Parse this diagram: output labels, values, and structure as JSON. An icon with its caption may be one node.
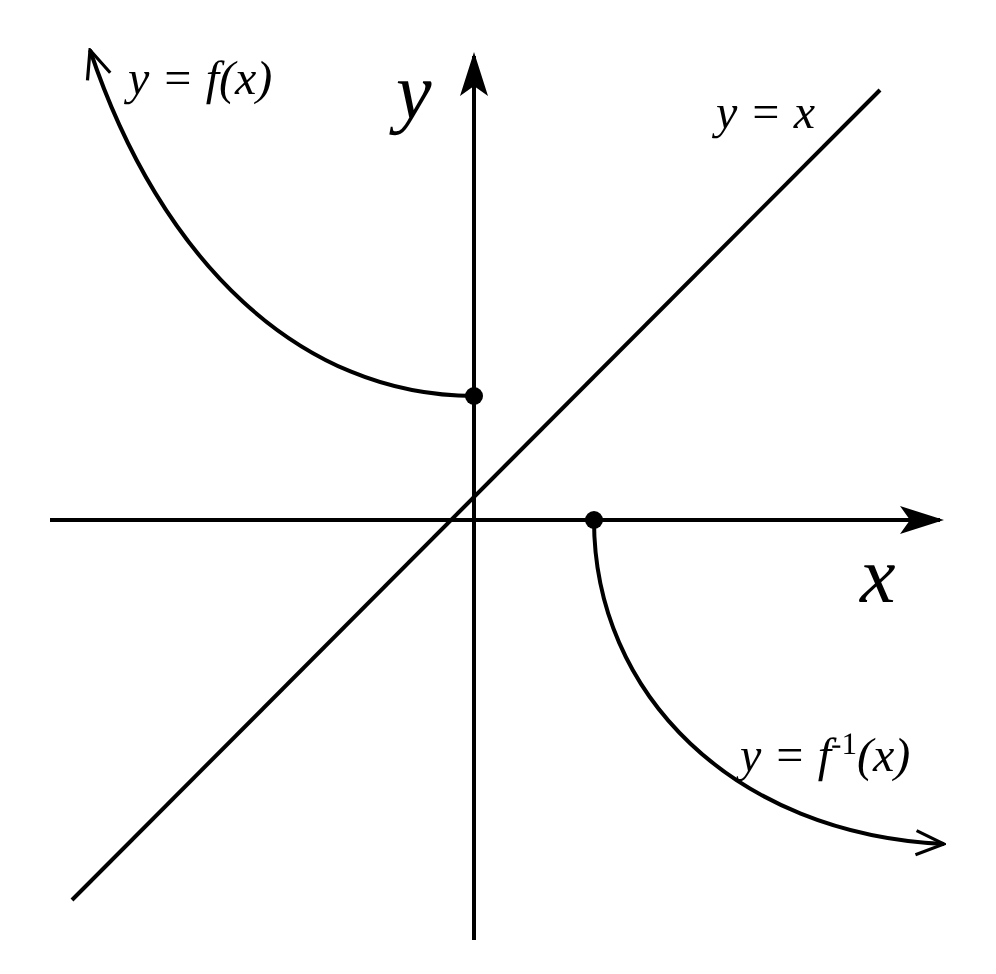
{
  "diagram": {
    "labels": [
      "y = f(x)",
      "y",
      "y = x",
      "x",
      "y = f$^{-1}$(x)"
    ]
  }
}
